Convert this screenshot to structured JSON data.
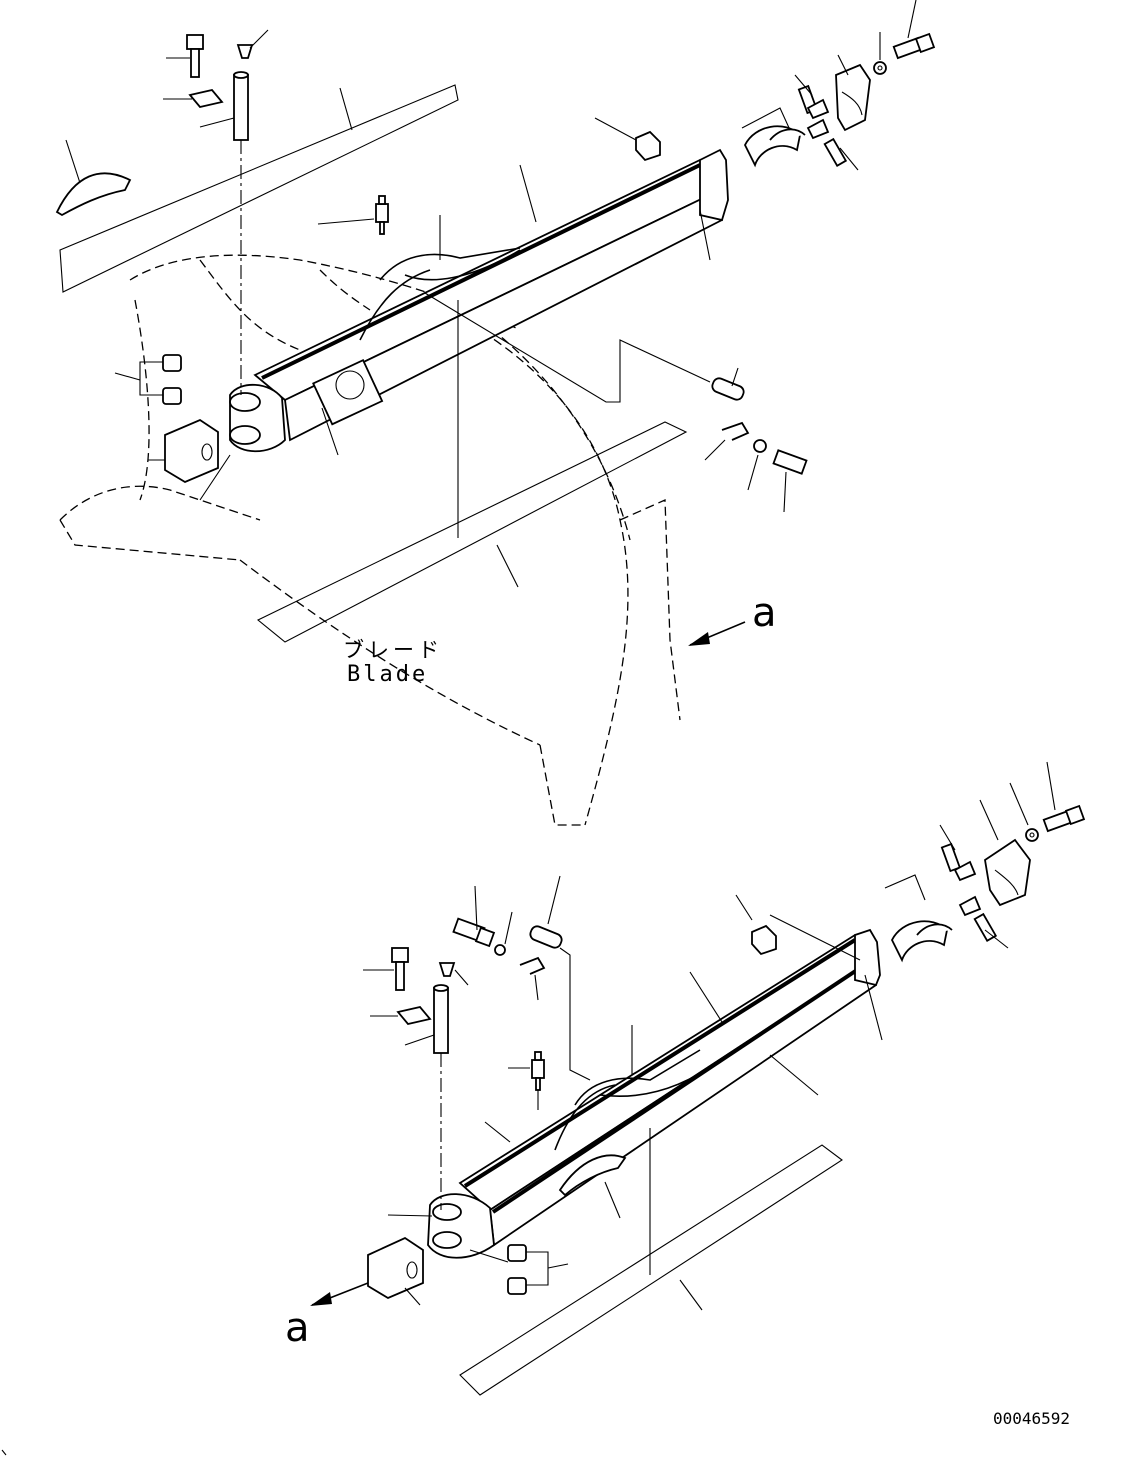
{
  "labels": {
    "blade_jp": "ブレード",
    "blade_en": "Blade",
    "view_marker_top": "a",
    "view_marker_bottom": "a",
    "drawing_number": "00046592"
  },
  "icons": {
    "arrow": "arrow-icon",
    "bolt": "bolt-icon",
    "washer": "washer-icon",
    "pin": "pin-icon",
    "bushing": "bushing-icon",
    "grease_fitting": "grease-fitting-icon",
    "cap": "cap-icon",
    "block": "block-icon",
    "plate": "plate-icon",
    "frame": "frame-icon",
    "ball_joint_cap": "ball-joint-cap-icon",
    "shim": "shim-icon"
  },
  "colors": {
    "ink": "#000000",
    "paper": "#ffffff"
  }
}
